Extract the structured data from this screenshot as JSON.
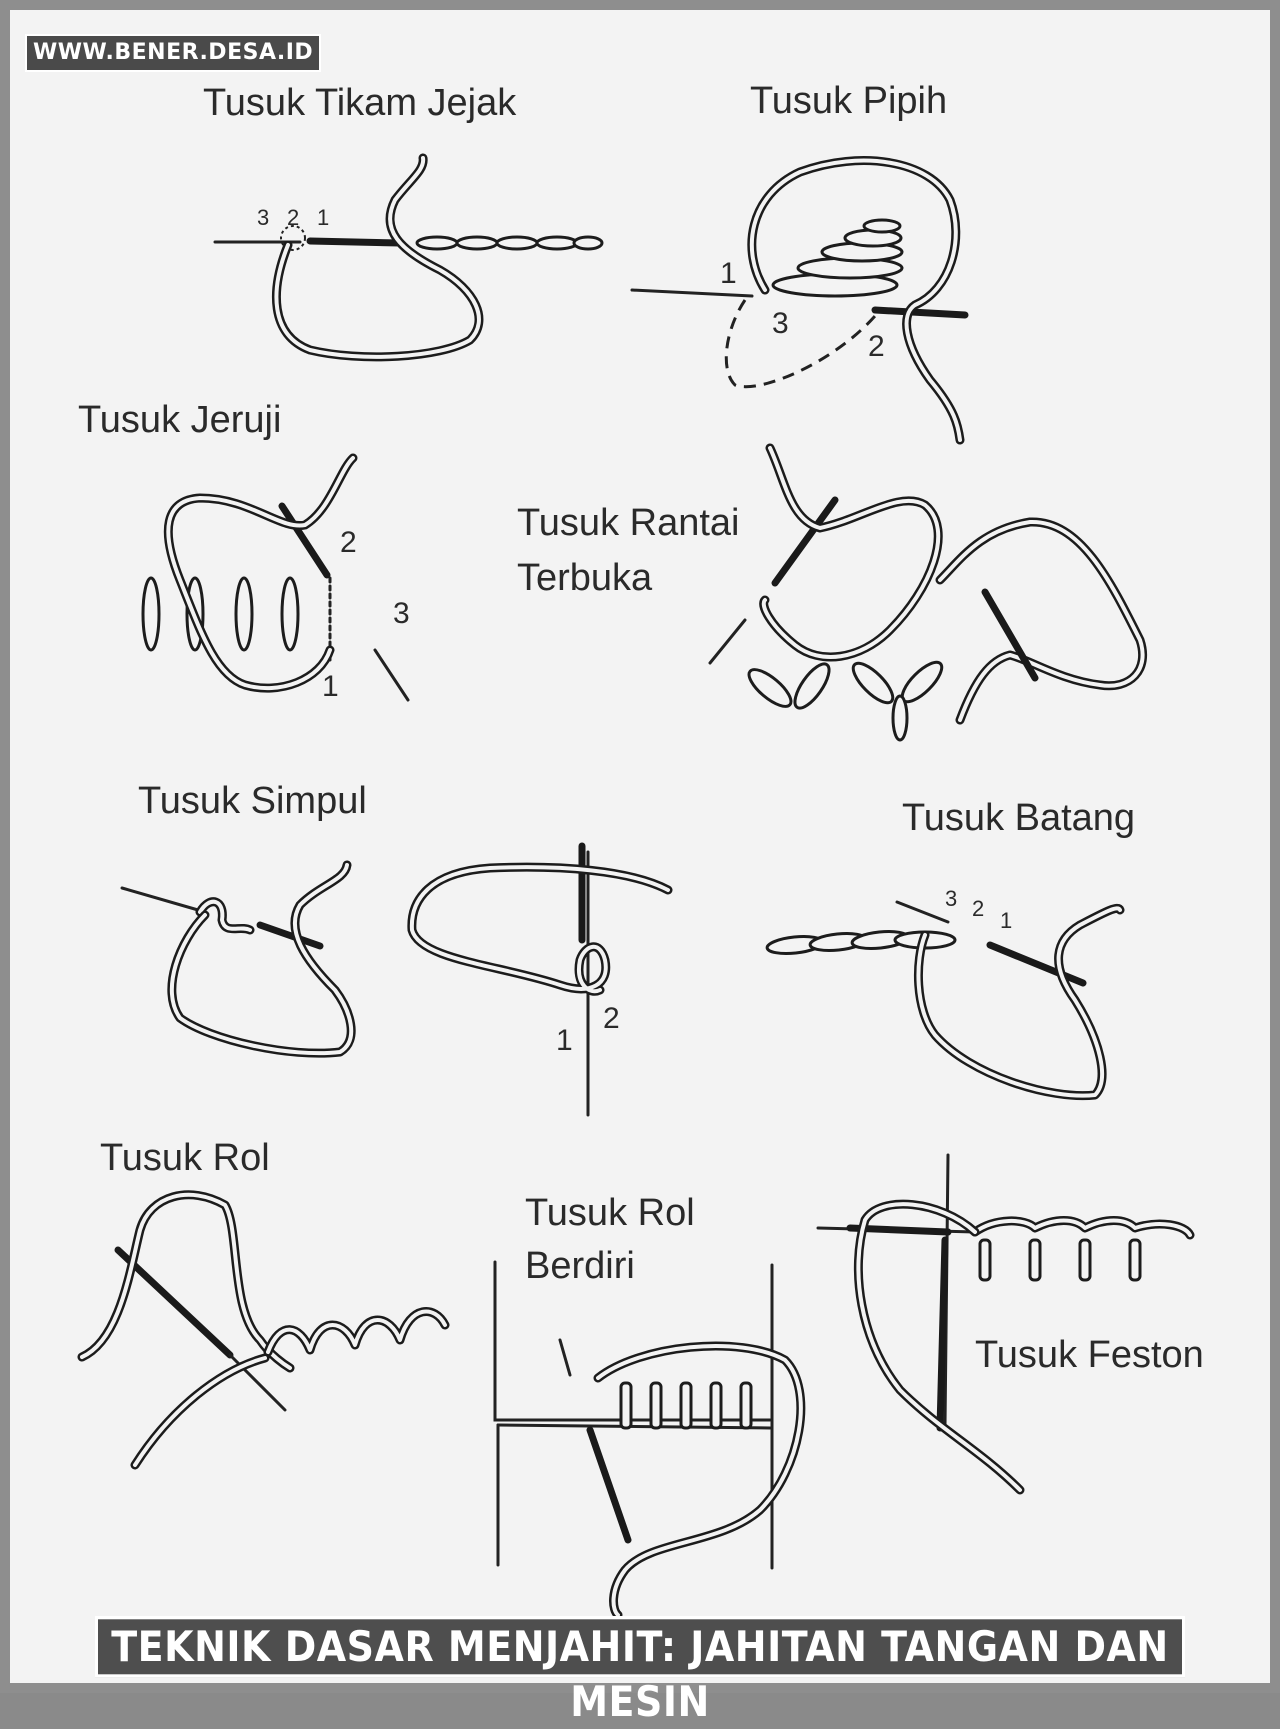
{
  "watermark": "WWW.BENER.DESA.ID",
  "caption": "TEKNIK DASAR MENJAHIT: JAHITAN TANGAN DAN MESIN",
  "stitches": [
    {
      "label": "Tusuk Tikam Jejak",
      "numbers": [
        "3",
        "2",
        "1"
      ]
    },
    {
      "label": "Tusuk Pipih",
      "numbers": [
        "1",
        "3",
        "2"
      ]
    },
    {
      "label": "Tusuk Jeruji",
      "numbers": [
        "2",
        "3",
        "1"
      ]
    },
    {
      "label_lines": [
        "Tusuk Rantai",
        "Terbuka"
      ]
    },
    {
      "label": "Tusuk Simpul",
      "numbers": [
        "1",
        "2"
      ]
    },
    {
      "label": "Tusuk Batang",
      "numbers": [
        "3",
        "2",
        "1"
      ]
    },
    {
      "label": "Tusuk Rol"
    },
    {
      "label_lines": [
        "Tusuk Rol",
        "Berdiri"
      ]
    },
    {
      "label": "Tusuk Feston"
    }
  ],
  "colors": {
    "paper": "#f3f3f3",
    "ink": "#1c1c1c",
    "frame": "#8e8e8e",
    "banner": "#4e4e4e"
  }
}
